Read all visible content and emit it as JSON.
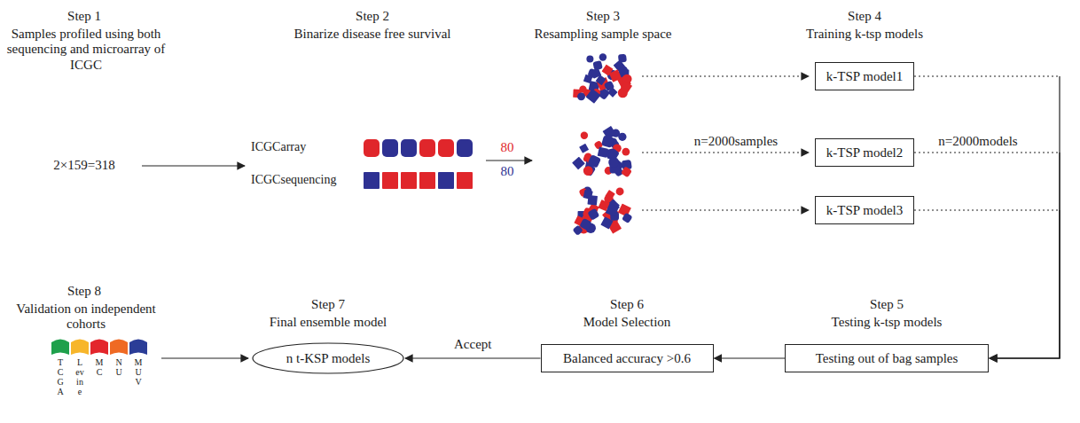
{
  "diagram": {
    "nodes": [
      {
        "text": [
          "k-TSP model1"
        ]
      },
      {
        "text": [
          "k-TSP model2"
        ]
      },
      {
        "text": [
          "k-TSP model3"
        ]
      },
      {
        "text": [
          "Testing out of bag samples"
        ]
      },
      {
        "text": [
          "Balanced accuracy >0.6"
        ]
      },
      {
        "text": [
          "n t-KSP models"
        ]
      }
    ],
    "edges": [
      {
        "from": 0,
        "to": 3,
        "arrow": "to"
      },
      {
        "from": 1,
        "to": 3,
        "arrow": "to"
      },
      {
        "from": 2,
        "to": 3,
        "arrow": "to"
      },
      {
        "from": 3,
        "to": 4,
        "arrow": "to"
      },
      {
        "from": 4,
        "to": 5,
        "label": "Accept",
        "arrow": "to"
      }
    ],
    "labels": [
      "Step 1",
      "Samples profiled using both sequencing and microarray of ICGC",
      "2×159=318",
      "Step 2",
      "Binarize disease free survival",
      "ICGCarray",
      "ICGCsequencing",
      "80",
      "80",
      "Step 3",
      "Resampling sample space",
      "n=2000samples",
      "Step 4",
      "Training k-tsp models",
      "n=2000models",
      "Step 5",
      "Testing k-tsp models",
      "Step 6",
      "Model Selection",
      "Step 7",
      "Final ensemble model",
      "Step 8",
      "Validation on independent cohorts",
      "TCGA",
      "Levine",
      "MC",
      "NU",
      "MUV"
    ]
  }
}
